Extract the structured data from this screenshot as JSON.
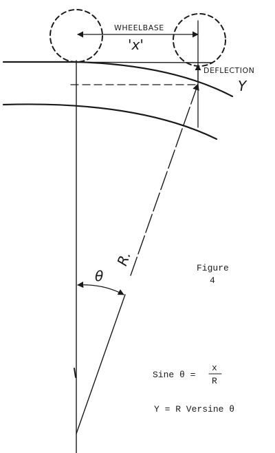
{
  "labels": {
    "wheelbase": "WHEELBASE",
    "wheelbase_var": "'x'",
    "deflection": "DEFLECTION",
    "deflection_var": "Y",
    "radius_var": "R.",
    "angle_var": "θ"
  },
  "figure": {
    "line1": "Figure",
    "line2": "4"
  },
  "formulas": {
    "sine_lhs": "Sine θ =",
    "sine_num": "x",
    "sine_den": "R",
    "versine": "Y = R Versine θ"
  }
}
